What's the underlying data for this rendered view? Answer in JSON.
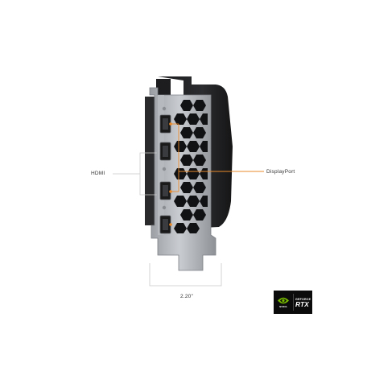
{
  "labels": {
    "hdmi": "HDMI",
    "displayport": "DisplayPort",
    "width": "2.20\""
  },
  "badge": {
    "brand": "NVIDIA",
    "line1": "GEFORCE",
    "line2": "RTX"
  },
  "colors": {
    "callout": "#e98a2a",
    "bracket": "#c9c9c9",
    "nvidia_green": "#76b900",
    "badge_bg": "#0b0b0b"
  }
}
